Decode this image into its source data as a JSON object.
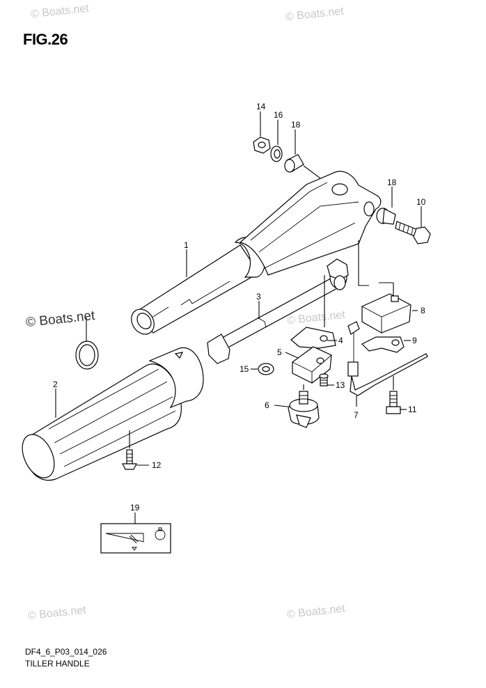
{
  "figure_label": "FIG.26",
  "watermarks": {
    "light": [
      "© Boats.net",
      "© Boats.net",
      "© Boats.net",
      "© Boats.net",
      "© Boats.net"
    ],
    "dark": "© Boats.net"
  },
  "part_callouts": [
    "1",
    "2",
    "3",
    "4",
    "5",
    "6",
    "7",
    "8",
    "9",
    "10",
    "11",
    "12",
    "13",
    "14",
    "15",
    "16",
    "18",
    "18",
    "19"
  ],
  "footer": {
    "diagram_code": "DF4_6_P03_014_026",
    "section_name": "TILLER HANDLE"
  },
  "colors": {
    "line": "#000000",
    "background": "#ffffff",
    "watermark": "#c8c8c8"
  }
}
